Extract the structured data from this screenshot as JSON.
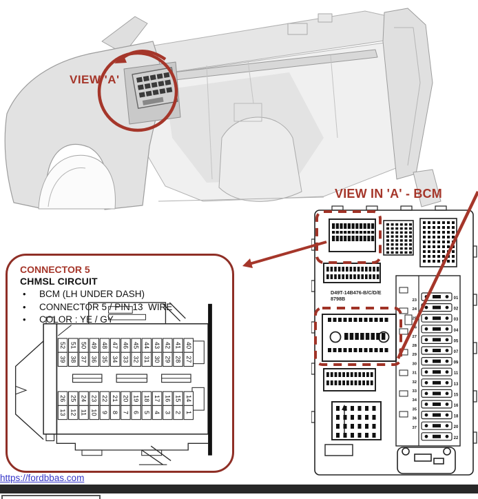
{
  "colors": {
    "annotation_red": "#a5362a",
    "dashed_red": "#a03327",
    "panel_border_red": "#8f2f26",
    "dark_bar": "#282828",
    "link_blue": "#3636c9"
  },
  "vehicle_view": {
    "label": "VIEW 'A'"
  },
  "bcm_view": {
    "title": "VIEW IN 'A' - BCM",
    "part_number_line1": "D49T-14B476-B/C/D/E",
    "part_number_line2": "8798B",
    "fuse_left_numbers": [
      "23",
      "24",
      "25",
      "26",
      "27",
      "28",
      "29",
      "30",
      "31",
      "32",
      "33",
      "34",
      "35",
      "36",
      "37"
    ],
    "fuse_right_numbers": [
      "01",
      "02",
      "03",
      "04",
      "05",
      "07",
      "09",
      "11",
      "13",
      "15",
      "16",
      "18",
      "20",
      "22"
    ]
  },
  "connector_detail": {
    "title": "CONNECTOR 5",
    "subtitle": "CHMSL CIRCUIT",
    "bullets": [
      "BCM (LH UNDER DASH)",
      "CONNECTOR 5 / PIN 13  WIRE",
      "COLOR : YE / GY"
    ],
    "pin_rows": [
      [
        52,
        51,
        50,
        49,
        48,
        47,
        46,
        45,
        44,
        43,
        42,
        41,
        40
      ],
      [
        39,
        38,
        37,
        36,
        35,
        34,
        33,
        32,
        31,
        30,
        29,
        28,
        27
      ],
      [
        26,
        25,
        24,
        23,
        22,
        21,
        20,
        19,
        18,
        17,
        16,
        15,
        14
      ],
      [
        13,
        12,
        11,
        10,
        9,
        8,
        7,
        6,
        5,
        4,
        3,
        2,
        1
      ]
    ]
  },
  "footer": {
    "link": "https://fordbbas.com"
  }
}
